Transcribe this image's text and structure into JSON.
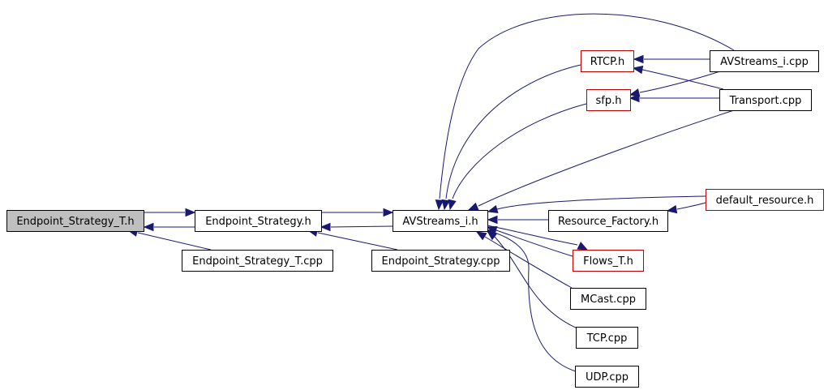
{
  "diagram": {
    "colors": {
      "edge": "#191970",
      "border_default": "#000000",
      "border_truncated": "#c00000",
      "root_fill": "#bfbfbf",
      "background": "#ffffff"
    },
    "nodes": {
      "endpoint_strategy_t_h": {
        "label": "Endpoint_Strategy_T.h",
        "style": "root"
      },
      "endpoint_strategy_h": {
        "label": "Endpoint_Strategy.h",
        "style": "normal"
      },
      "endpoint_strategy_t_cpp": {
        "label": "Endpoint_Strategy_T.cpp",
        "style": "normal"
      },
      "avstreams_i_h": {
        "label": "AVStreams_i.h",
        "style": "normal"
      },
      "endpoint_strategy_cpp": {
        "label": "Endpoint_Strategy.cpp",
        "style": "normal"
      },
      "rtcp_h": {
        "label": "RTCP.h",
        "style": "truncated"
      },
      "sfp_h": {
        "label": "sfp.h",
        "style": "truncated"
      },
      "avstreams_i_cpp": {
        "label": "AVStreams_i.cpp",
        "style": "normal"
      },
      "transport_cpp": {
        "label": "Transport.cpp",
        "style": "normal"
      },
      "default_resource_h": {
        "label": "default_resource.h",
        "style": "truncated"
      },
      "resource_factory_h": {
        "label": "Resource_Factory.h",
        "style": "normal"
      },
      "flows_t_h": {
        "label": "Flows_T.h",
        "style": "truncated"
      },
      "mcast_cpp": {
        "label": "MCast.cpp",
        "style": "normal"
      },
      "tcp_cpp": {
        "label": "TCP.cpp",
        "style": "normal"
      },
      "udp_cpp": {
        "label": "UDP.cpp",
        "style": "normal"
      }
    },
    "edges": [
      {
        "from": "endpoint_strategy_h",
        "to": "endpoint_strategy_t_h"
      },
      {
        "from": "endpoint_strategy_t_h",
        "to": "endpoint_strategy_h"
      },
      {
        "from": "endpoint_strategy_t_cpp",
        "to": "endpoint_strategy_t_h"
      },
      {
        "from": "avstreams_i_h",
        "to": "endpoint_strategy_h"
      },
      {
        "from": "endpoint_strategy_h",
        "to": "avstreams_i_h"
      },
      {
        "from": "endpoint_strategy_cpp",
        "to": "endpoint_strategy_h"
      },
      {
        "from": "rtcp_h",
        "to": "avstreams_i_h"
      },
      {
        "from": "sfp_h",
        "to": "avstreams_i_h"
      },
      {
        "from": "avstreams_i_cpp",
        "to": "avstreams_i_h"
      },
      {
        "from": "transport_cpp",
        "to": "avstreams_i_h"
      },
      {
        "from": "default_resource_h",
        "to": "avstreams_i_h"
      },
      {
        "from": "resource_factory_h",
        "to": "avstreams_i_h"
      },
      {
        "from": "flows_t_h",
        "to": "avstreams_i_h"
      },
      {
        "from": "avstreams_i_h",
        "to": "flows_t_h"
      },
      {
        "from": "mcast_cpp",
        "to": "avstreams_i_h"
      },
      {
        "from": "tcp_cpp",
        "to": "avstreams_i_h"
      },
      {
        "from": "udp_cpp",
        "to": "avstreams_i_h"
      },
      {
        "from": "avstreams_i_cpp",
        "to": "rtcp_h"
      },
      {
        "from": "transport_cpp",
        "to": "rtcp_h"
      },
      {
        "from": "avstreams_i_cpp",
        "to": "sfp_h"
      },
      {
        "from": "transport_cpp",
        "to": "sfp_h"
      },
      {
        "from": "default_resource_h",
        "to": "resource_factory_h"
      }
    ]
  }
}
